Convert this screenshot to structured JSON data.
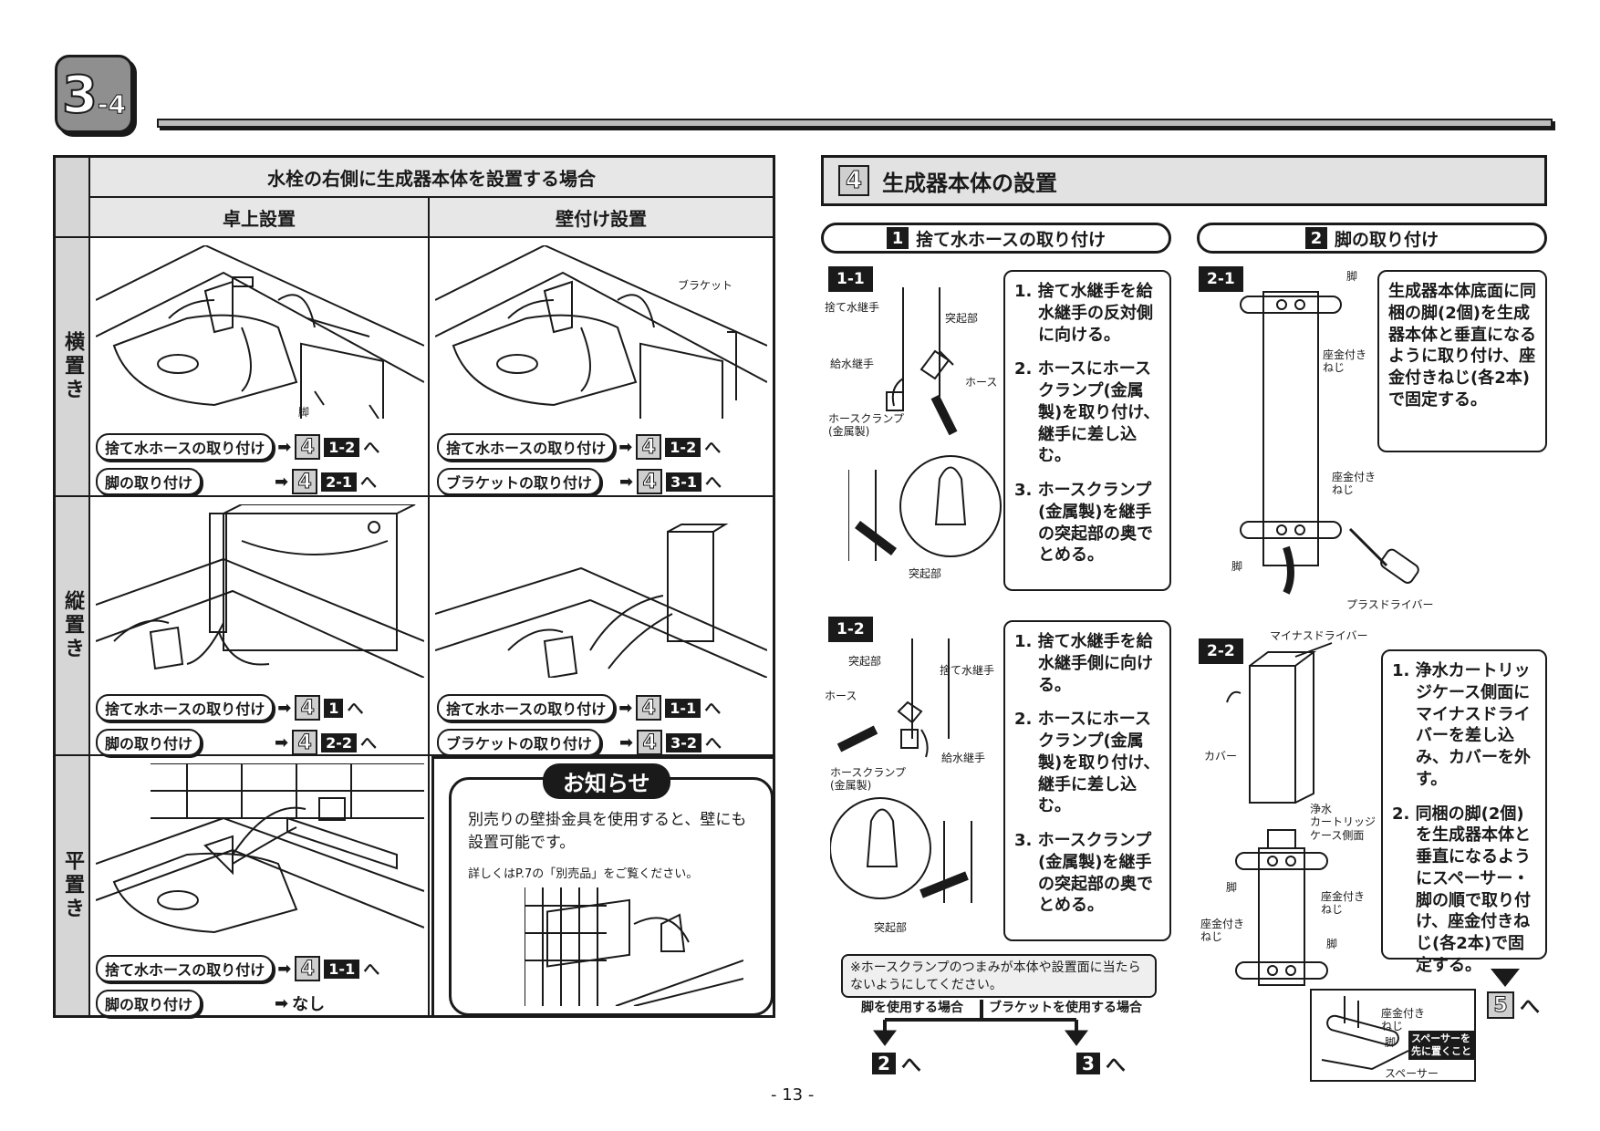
{
  "header": {
    "chapter_main": "3",
    "chapter_sub": "-4"
  },
  "table": {
    "title": "水栓の右側に生成器本体を設置する場合",
    "col1": "卓上設置",
    "col2": "壁付け設置",
    "rows": [
      {
        "label": "横置き",
        "c1": [
          {
            "pill": "捨て水ホースの取り付け",
            "sec": "1-2"
          },
          {
            "pill": "脚の取り付け",
            "sec": "2-1"
          }
        ],
        "c2": [
          {
            "pill": "捨て水ホースの取り付け",
            "sec": "1-2"
          },
          {
            "pill": "ブラケットの取り付け",
            "sec": "3-1"
          }
        ],
        "c1_label": "脚",
        "c2_label": "ブラケット"
      },
      {
        "label": "縦置き",
        "c1": [
          {
            "pill": "捨て水ホースの取り付け",
            "sec": "1"
          },
          {
            "pill": "脚の取り付け",
            "sec": "2-2"
          }
        ],
        "c2": [
          {
            "pill": "捨て水ホースの取り付け",
            "sec": "1-1"
          },
          {
            "pill": "ブラケットの取り付け",
            "sec": "3-2"
          }
        ]
      },
      {
        "label": "平置き",
        "c1": [
          {
            "pill": "捨て水ホースの取り付け",
            "sec": "1-1"
          },
          {
            "pill": "脚の取り付け",
            "none": "なし"
          }
        ]
      }
    ],
    "box_num": "4",
    "he": "へ"
  },
  "notice": {
    "title": "お知らせ",
    "body": "別売りの壁掛金具を使用すると、壁にも設置可能です。",
    "small": "詳しくはP.7の「別売品」をご覧ください。"
  },
  "section": {
    "num": "4",
    "title": "生成器本体の設置"
  },
  "sub1": {
    "num": "1",
    "title": "捨て水ホースの取り付け"
  },
  "sub2": {
    "num": "2",
    "title": "脚の取り付け"
  },
  "step11": {
    "tag": "1-1",
    "items": [
      "1. 捨て水継手を給水継手の反対側に向ける。",
      "2. ホースにホースクランプ(金属製)を取り付け、継手に差し込む。",
      "3. ホースクランプ(金属製)を継手の突起部の奥でとめる。"
    ],
    "labels": {
      "a": "捨て水継手",
      "b": "突起部",
      "c": "給水継手",
      "d": "ホース",
      "e": "ホースクランプ\n(金属製)",
      "f": "突起部"
    }
  },
  "step12": {
    "tag": "1-2",
    "items": [
      "1. 捨て水継手を給水継手側に向ける。",
      "2. ホースにホースクランプ(金属製)を取り付け、継手に差し込む。",
      "3. ホースクランプ(金属製)を継手の突起部の奥でとめる。"
    ],
    "labels": {
      "a": "突起部",
      "b": "捨て水継手",
      "c": "ホース",
      "d": "給水継手",
      "e": "ホースクランプ\n(金属製)",
      "f": "突起部"
    }
  },
  "caution": "※ホースクランプのつまみが本体や設置面に当たらないようにしてください。",
  "branch": {
    "left": "脚を使用する場合",
    "right": "ブラケットを使用する場合",
    "left_sec": "2",
    "right_sec": "3",
    "he": "へ"
  },
  "step21": {
    "tag": "2-1",
    "text": "生成器本体底面に同梱の脚(2個)を生成器本体と垂直になるように取り付け、座金付きねじ(各2本)で固定する。",
    "labels": {
      "a": "脚",
      "b": "座金付き\nねじ",
      "c": "座金付き\nねじ",
      "d": "脚",
      "e": "プラスドライバー"
    }
  },
  "step22": {
    "tag": "2-2",
    "items": [
      "1. 浄水カートリッジケース側面にマイナスドライバーを差し込み、カバーを外す。",
      "2. 同梱の脚(2個)を生成器本体と垂直になるようにスペーサー・脚の順で取り付け、座金付きねじ(各2本)で固定する。"
    ],
    "labels": {
      "a": "マイナスドライバー",
      "b": "カバー",
      "c": "浄水\nカートリッジ\nケース側面",
      "d": "脚",
      "e": "座金付き\nねじ",
      "f": "座金付き\nねじ",
      "g": "脚",
      "h": "座金付き\nねじ",
      "i": "脚",
      "j": "スペーサー",
      "k": "スペーサーを\n先に置くこと"
    }
  },
  "next": {
    "num": "5",
    "he": "へ"
  },
  "page_number": "- 13 -"
}
